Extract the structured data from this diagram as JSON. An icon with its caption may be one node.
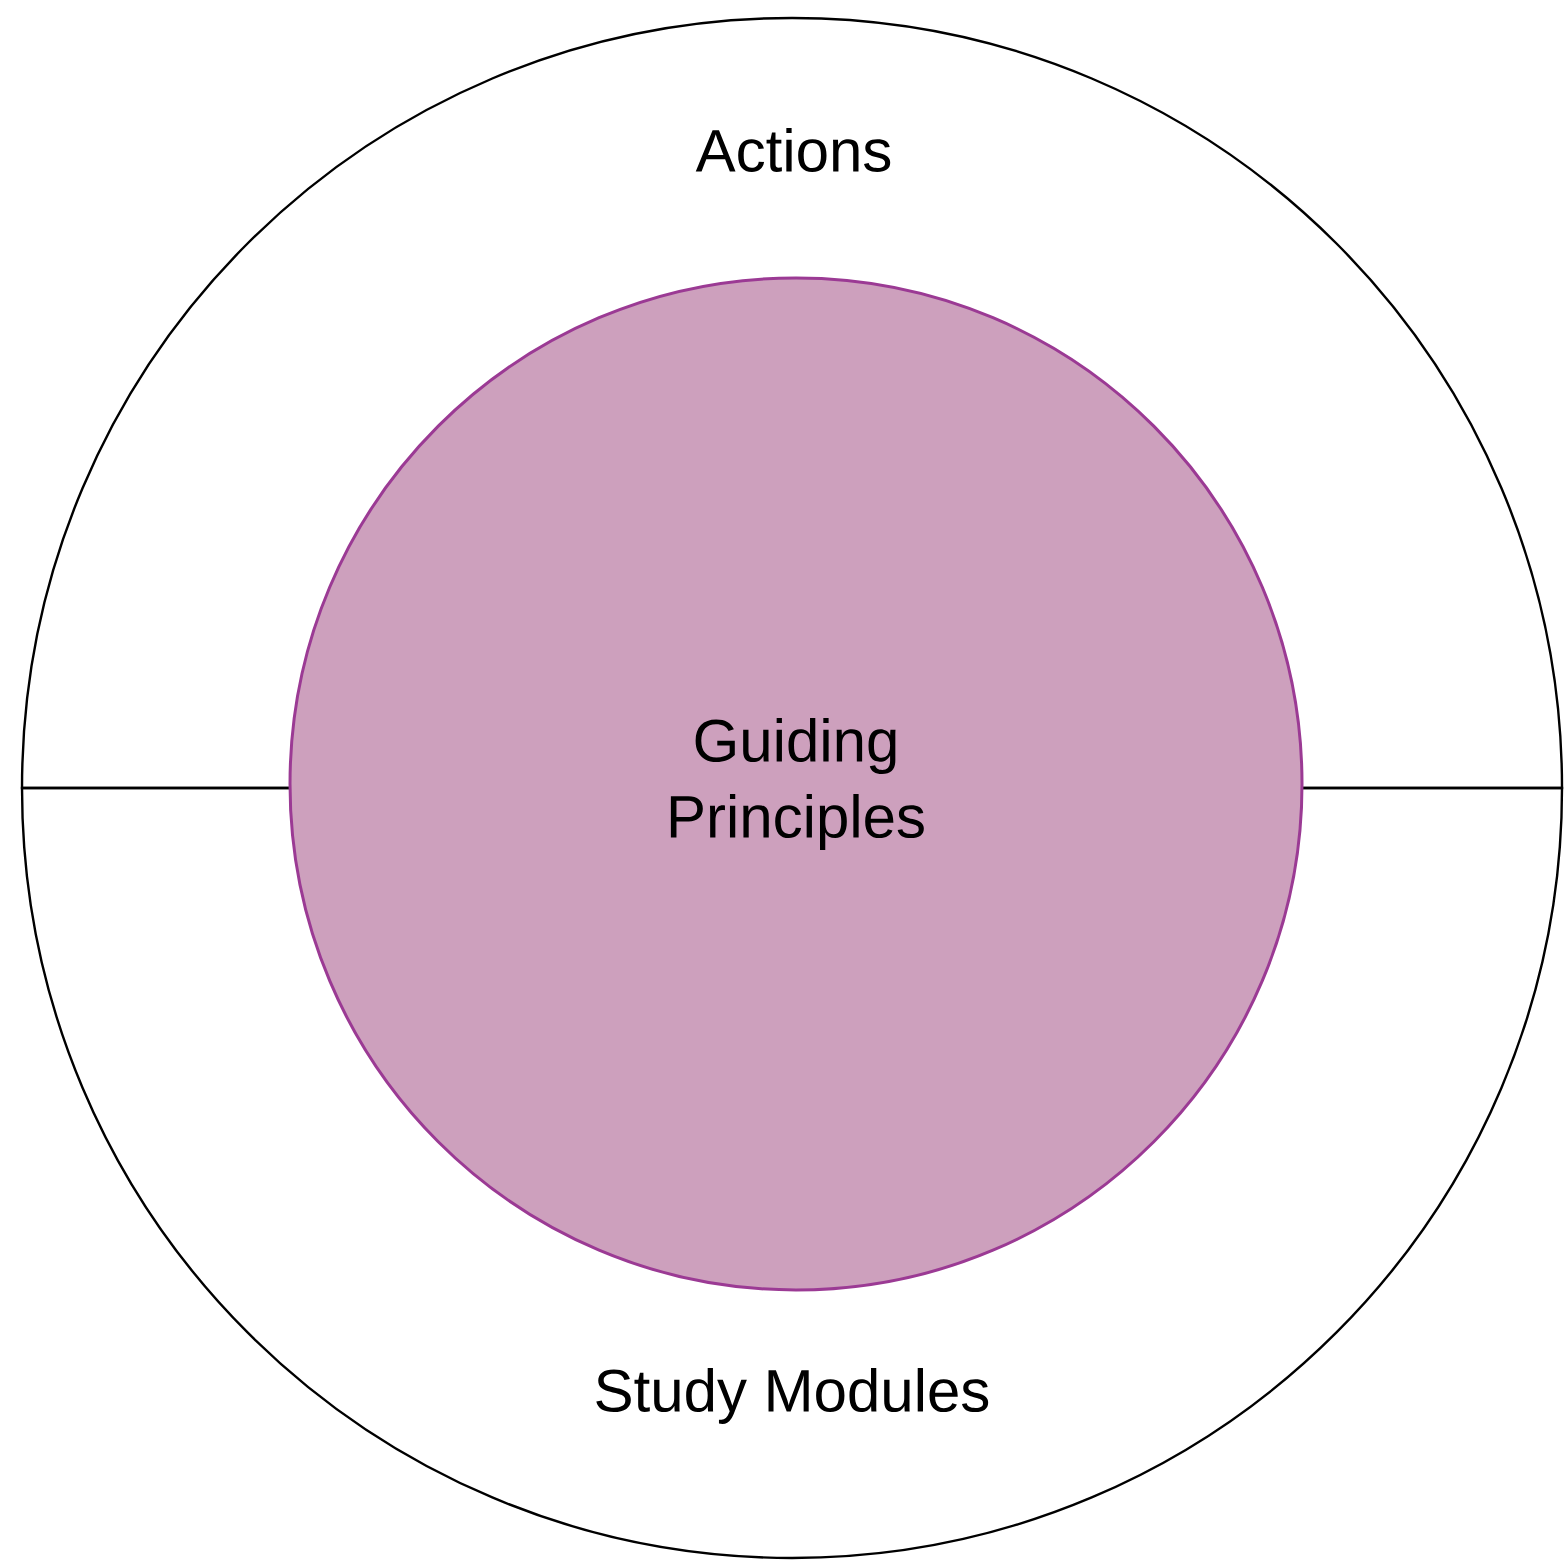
{
  "diagram": {
    "nodes": [
      {
        "text": [
          "Actions"
        ]
      },
      {
        "text": [
          "Study Modules"
        ]
      },
      {
        "text": [
          "Guiding Principles"
        ]
      }
    ]
  }
}
